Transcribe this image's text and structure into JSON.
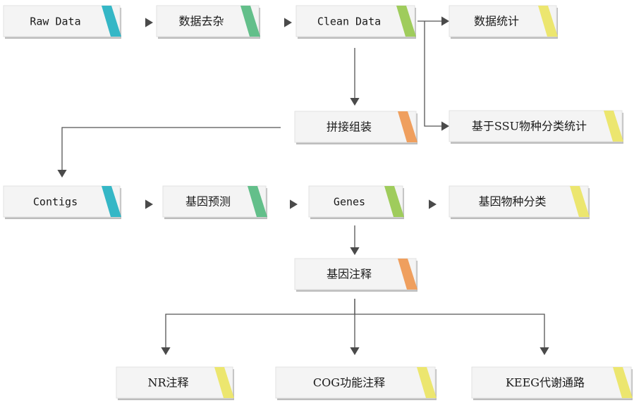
{
  "diagram": {
    "nodes": [
      {
        "id": "raw",
        "label": "Raw Data",
        "font": "mono",
        "accent": "#35b7c6"
      },
      {
        "id": "dedup",
        "label": "数据去杂",
        "font": "serif",
        "accent": "#63bf8a"
      },
      {
        "id": "clean",
        "label": "Clean Data",
        "font": "mono",
        "accent": "#9fcc5c"
      },
      {
        "id": "stats",
        "label": "数据统计",
        "font": "serif",
        "accent": "#ece66f"
      },
      {
        "id": "assembly",
        "label": "拼接组装",
        "font": "serif",
        "accent": "#ef9f5e"
      },
      {
        "id": "ssu",
        "label": "基于SSU物种分类统计",
        "font": "serif",
        "accent": "#ece66f"
      },
      {
        "id": "contigs",
        "label": "Contigs",
        "font": "mono",
        "accent": "#35b7c6"
      },
      {
        "id": "predict",
        "label": "基因预测",
        "font": "serif",
        "accent": "#63bf8a"
      },
      {
        "id": "genes",
        "label": "Genes",
        "font": "mono",
        "accent": "#9fcc5c"
      },
      {
        "id": "taxon",
        "label": "基因物种分类",
        "font": "serif",
        "accent": "#ece66f"
      },
      {
        "id": "annot",
        "label": "基因注释",
        "font": "serif",
        "accent": "#ef9f5e"
      },
      {
        "id": "nr",
        "label": "NR注释",
        "font": "serif",
        "accent": "#ece66f"
      },
      {
        "id": "cog",
        "label": "COG功能注释",
        "font": "serif",
        "accent": "#ece66f"
      },
      {
        "id": "keeg",
        "label": "KEEG代谢通路",
        "font": "serif",
        "accent": "#ece66f"
      }
    ],
    "edges": [
      {
        "from": "raw",
        "to": "dedup"
      },
      {
        "from": "dedup",
        "to": "clean"
      },
      {
        "from": "clean",
        "to": "stats"
      },
      {
        "from": "clean",
        "to": "assembly"
      },
      {
        "from": "clean",
        "to": "ssu"
      },
      {
        "from": "assembly",
        "to": "contigs"
      },
      {
        "from": "contigs",
        "to": "predict"
      },
      {
        "from": "predict",
        "to": "genes"
      },
      {
        "from": "genes",
        "to": "taxon"
      },
      {
        "from": "genes",
        "to": "annot"
      },
      {
        "from": "annot",
        "to": "nr"
      },
      {
        "from": "annot",
        "to": "cog"
      },
      {
        "from": "annot",
        "to": "keeg"
      }
    ],
    "colors": {
      "edge": "#555555",
      "node_fill": "#f4f4f4",
      "shadow": "#bdbdbd"
    }
  }
}
